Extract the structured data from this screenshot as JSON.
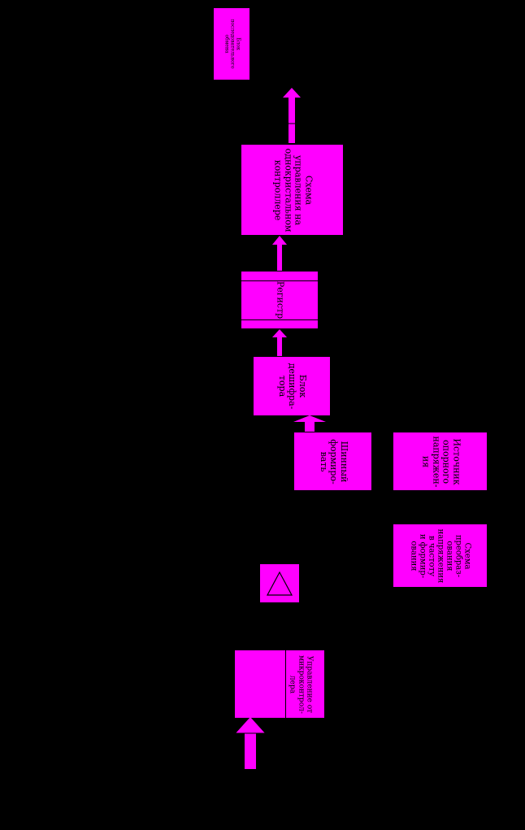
{
  "colors": {
    "background": "#000000",
    "block": "#ff00ff",
    "text": "#000000"
  },
  "blocks": {
    "top": "Блок\nпоследовательного\nобмена",
    "control": "Схема\nуправления на\nоднокристальном\nконтроллере",
    "register": "Регистр",
    "decoder": "Блок\nдешифра-\nтора",
    "shaper": "Шинный\nформиро-\nвать",
    "ref_voltage": "Источник\nопорного\nнапряжен-\nия",
    "converter": "Схема\nпреобраз-\nования\nнапряжения\nв частоту\nи формир-\nования",
    "management": "Управление от\nмикроконтрол-\nлера"
  },
  "icons": {
    "triangle": "triangle-icon"
  }
}
